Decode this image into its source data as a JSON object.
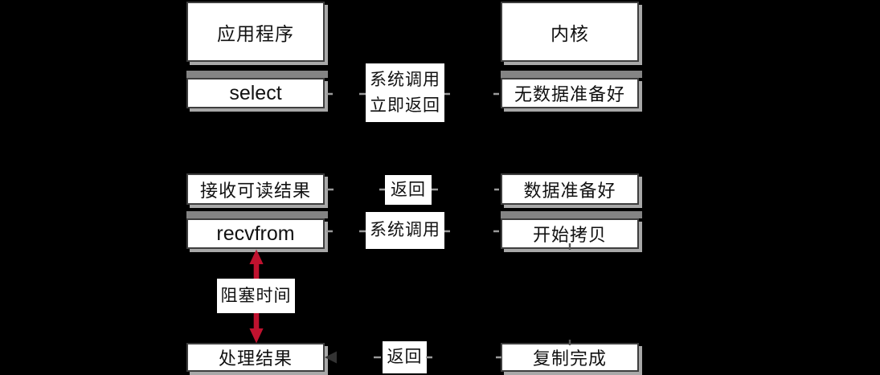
{
  "palette": {
    "bg": "#000000",
    "box_bg": "#ffffff",
    "box_border": "#3e3e3e",
    "box_shadow": "#a8a8a8",
    "bar": "#848484",
    "connector": "#9a9a9a",
    "vertical_connector": "#565656",
    "arrowhead": "#333333",
    "arrow_red": "#c0122f",
    "text": "#111111"
  },
  "app_column": {
    "header": "应用程序",
    "steps": [
      {
        "id": "select",
        "label": "select",
        "bar": true
      },
      {
        "id": "receive-readable-result",
        "label": "接收可读结果",
        "bar": false
      },
      {
        "id": "recvfrom",
        "label": "recvfrom",
        "bar": true
      },
      {
        "id": "process-result",
        "label": "处理结果",
        "bar": false
      }
    ]
  },
  "kernel_column": {
    "header": "内核",
    "steps": [
      {
        "id": "no-data-ready",
        "label": "无数据准备好",
        "bar": true
      },
      {
        "id": "data-ready",
        "label": "数据准备好",
        "bar": false
      },
      {
        "id": "start-copy",
        "label": "开始拷贝",
        "bar": true
      },
      {
        "id": "copy-complete",
        "label": "复制完成",
        "bar": false
      }
    ]
  },
  "middle_labels": [
    {
      "id": "syscall-immediate-return",
      "lines": [
        "系统调用",
        "立即返回"
      ]
    },
    {
      "id": "return-1",
      "lines": [
        "返回"
      ]
    },
    {
      "id": "syscall",
      "lines": [
        "系统调用"
      ]
    },
    {
      "id": "return-2",
      "lines": [
        "返回"
      ]
    }
  ],
  "annotation": {
    "blocking_time": "阻塞时间"
  }
}
